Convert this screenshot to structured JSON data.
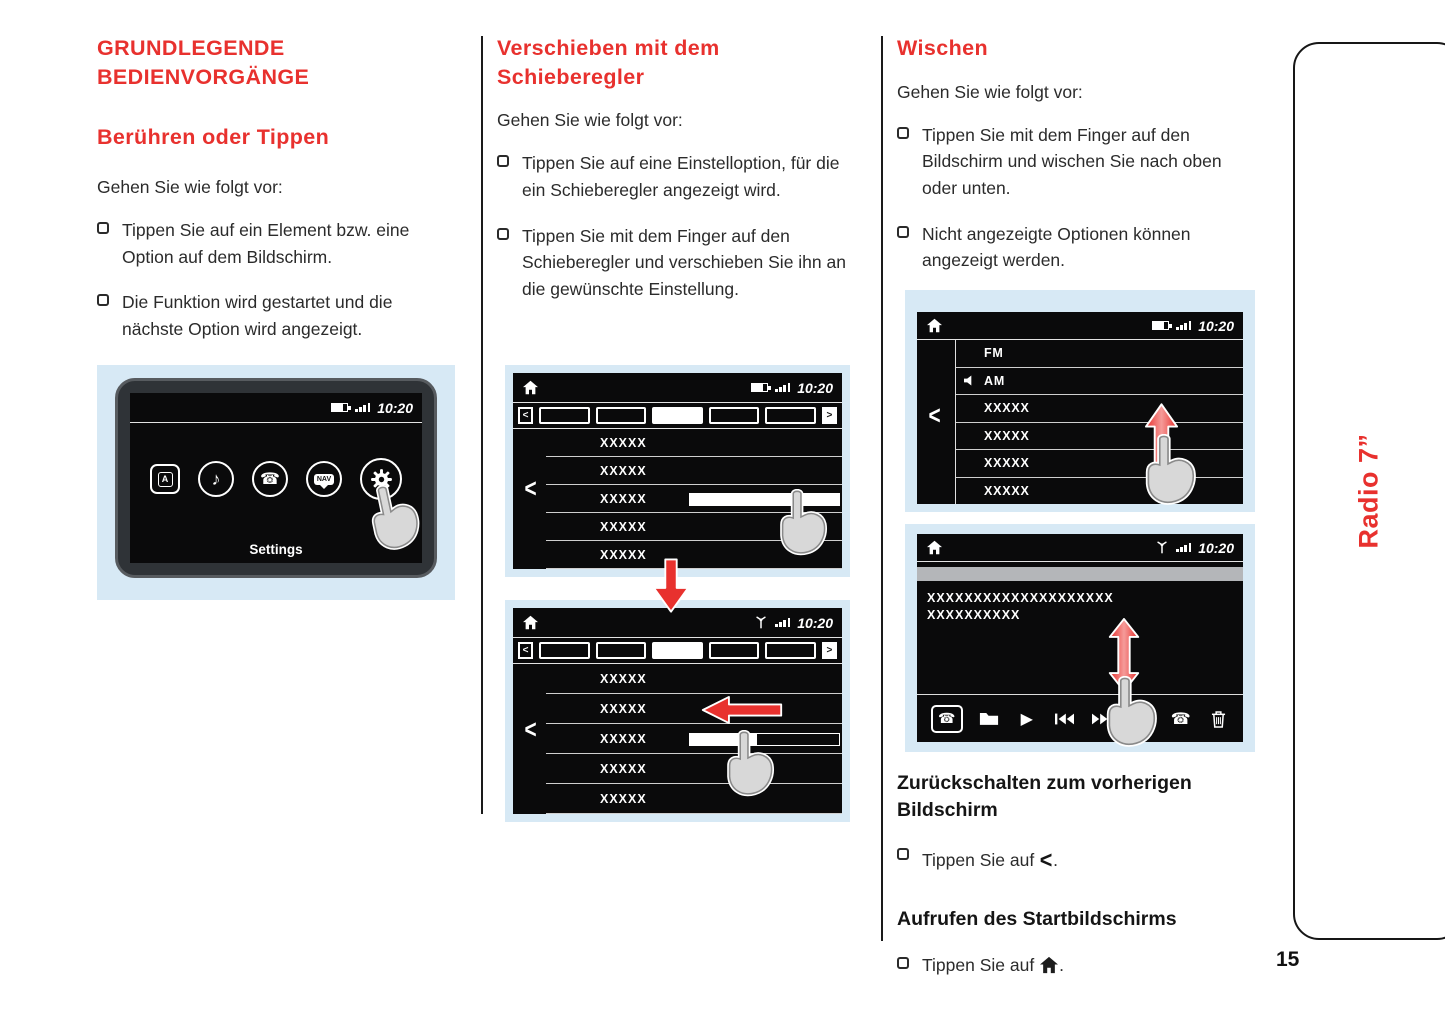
{
  "page": {
    "number": "15",
    "tab_label": "Radio 7”"
  },
  "glyphs": {
    "back_chevron": "<",
    "forward_chevron": ">",
    "music_note": "♪",
    "phone": "☎",
    "play": "▶"
  },
  "col1": {
    "heading": "GRUNDLEGENDE BEDIENVORGÄNGE",
    "subheading": "Berühren oder Tippen",
    "intro": "Gehen Sie wie folgt vor:",
    "bullets": [
      "Tippen Sie auf ein Element bzw. eine Option auf dem Bildschirm.",
      "Die Funktion wird gestartet und die nächste Option wird angezeigt."
    ],
    "screen": {
      "time": "10:20",
      "app_label": "A",
      "nav_label": "NAV",
      "settings_label": "Settings"
    }
  },
  "col2": {
    "heading": "Verschieben mit dem Schieberegler",
    "intro": "Gehen Sie wie folgt vor:",
    "bullets": [
      "Tippen Sie auf eine Einstelloption, für die ein Schieberegler angezeigt wird.",
      "Tippen Sie mit dem Finger auf den Schieberegler und verschieben Sie ihn an die gewünschte Einstellung."
    ],
    "screen1": {
      "time": "10:20",
      "items": [
        "XXXXX",
        "XXXXX",
        "XXXXX",
        "XXXXX",
        "XXXXX"
      ]
    },
    "screen2": {
      "time": "10:20",
      "items": [
        "XXXXX",
        "XXXXX",
        "XXXXX",
        "XXXXX",
        "XXXXX"
      ]
    }
  },
  "col3": {
    "heading": "Wischen",
    "intro": "Gehen Sie wie folgt vor:",
    "bullets": [
      "Tippen Sie mit dem Finger auf den Bildschirm und wischen Sie nach oben oder unten.",
      "Nicht angezeigte Optionen können angezeigt werden."
    ],
    "screen1": {
      "time": "10:20",
      "items": [
        "FM",
        "AM",
        "XXXXX",
        "XXXXX",
        "XXXXX",
        "XXXXX"
      ]
    },
    "screen2": {
      "time": "10:20",
      "line1": "XXXXXXXXXXXXXXXXXXXX",
      "line2": "XXXXXXXXXX"
    },
    "back_heading": "Zurückschalten zum vorherigen Bildschirm",
    "home_heading": "Aufrufen des Startbildschirms",
    "tap_prefix": "Tippen Sie auf",
    "dot": "."
  }
}
